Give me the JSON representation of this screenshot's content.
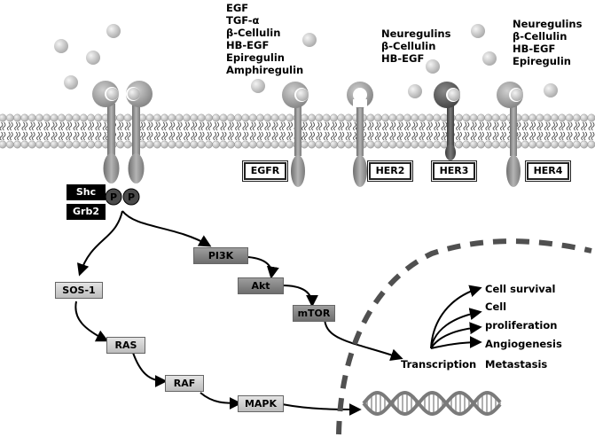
{
  "ligand_groups": [
    {
      "ligands": [
        "EGF",
        "TGF-α",
        "β-Cellulin",
        "HB-EGF",
        "Epiregulin",
        "Amphiregulin"
      ]
    },
    {
      "ligands": [
        "Neuregulins",
        "β-Cellulin",
        "HB-EGF"
      ]
    },
    {
      "ligands": [
        "Neuregulins",
        "β-Cellulin",
        "HB-EGF",
        "Epiregulin"
      ]
    }
  ],
  "receptors": [
    "EGFR",
    "HER2",
    "HER3",
    "HER4"
  ],
  "adapters": {
    "shc": "Shc",
    "grb2": "Grb2",
    "phospho": "P"
  },
  "pathway": {
    "ras_branch": [
      "SOS-1",
      "RAS",
      "RAF",
      "MAPK"
    ],
    "pi3k_branch": [
      "PI3K",
      "Akt",
      "mTOR"
    ]
  },
  "nucleus": {
    "transcription": "Transcription",
    "outcomes": [
      "Cell survival",
      "Cell",
      "proliferation",
      "Angiogenesis",
      "Metastasis"
    ]
  },
  "colors": {
    "ligand_ball": "#c8c8c8",
    "receptor": "#8c8c8c",
    "receptor_dark": "#505050",
    "node_light": "#d2d2d2",
    "node_dark": "#7f7f7f",
    "nuclear_envelope": "#505050",
    "dna_strand": "#7a7a7a"
  }
}
